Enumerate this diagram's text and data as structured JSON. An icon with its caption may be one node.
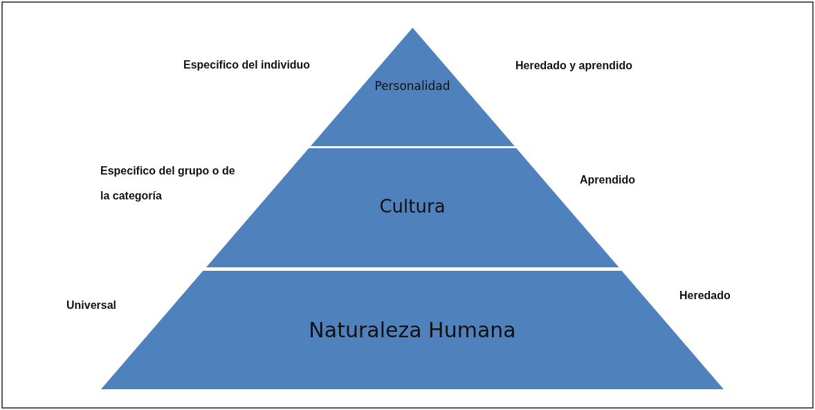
{
  "diagram": {
    "nodes": [
      {
        "text": [
          "Personalidad"
        ],
        "beside": [
          "Especifico del individuo",
          "Heredado y aprendido"
        ]
      },
      {
        "text": [
          "Cultura"
        ],
        "beside": [
          "Especifico del grupo o de la categoría",
          "Aprendido"
        ]
      },
      {
        "text": [
          "Naturaleza Humana"
        ],
        "beside": [
          "Universal",
          "Heredado"
        ]
      }
    ]
  }
}
